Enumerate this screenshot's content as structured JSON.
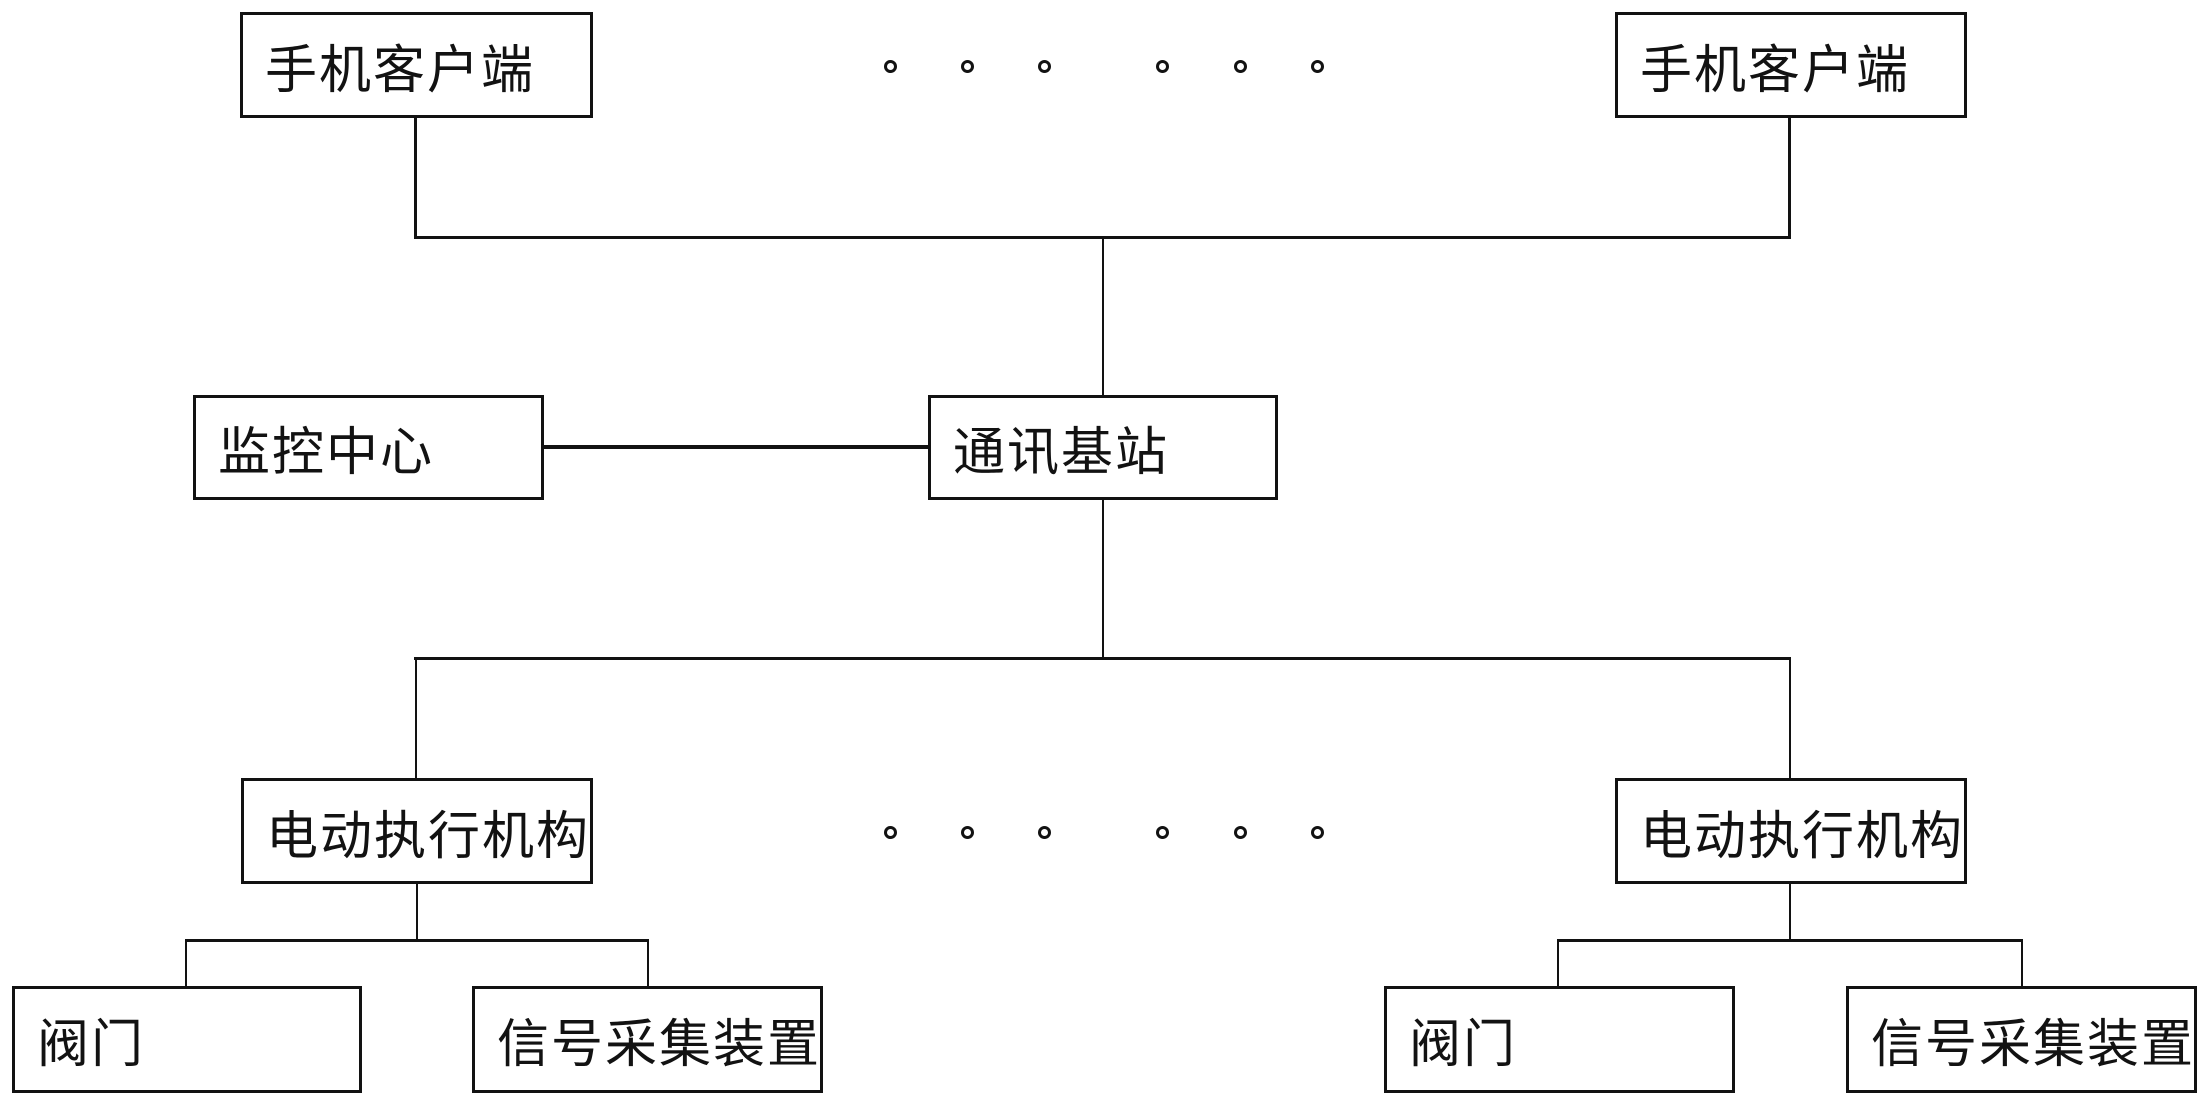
{
  "diagram": {
    "colors": {
      "background": "#ffffff",
      "stroke": "#121212",
      "text": "#121212"
    },
    "nodes": {
      "phone_client_left": {
        "label": "手机客户端"
      },
      "phone_client_right": {
        "label": "手机客户端"
      },
      "monitoring_center": {
        "label": "监控中心"
      },
      "base_station": {
        "label": "通讯基站"
      },
      "actuator_left": {
        "label": "电动执行机构"
      },
      "actuator_right": {
        "label": "电动执行机构"
      },
      "valve_left": {
        "label": "阀门"
      },
      "signal_collector_left": {
        "label": "信号采集装置"
      },
      "valve_right": {
        "label": "阀门"
      },
      "signal_collector_right": {
        "label": "信号采集装置"
      }
    },
    "ellipsis": {
      "rows": 2,
      "dots_per_row": 6,
      "style": "hollow-circle"
    }
  }
}
